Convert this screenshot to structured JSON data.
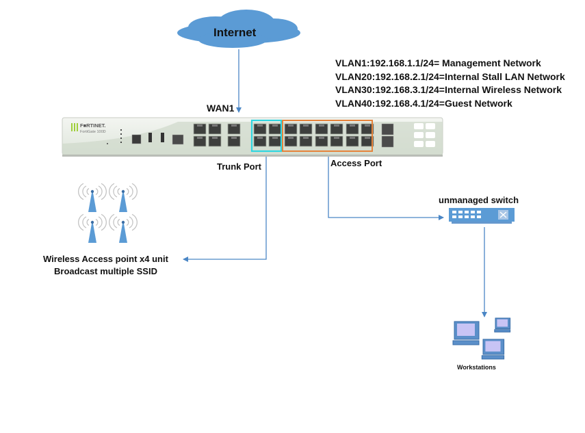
{
  "diagram": {
    "cloud": {
      "label": "Internet",
      "color": "#5b9bd5"
    },
    "wan_label": "WAN1",
    "firewall": {
      "brand": "F■RTINET.",
      "model": "FortiGate 100D",
      "trunk_highlight_color": "#2fd6e0",
      "access_highlight_color": "#e6833a"
    },
    "vlans": [
      "VLAN1:192.168.1.1/24= Management Network",
      "VLAN20:192.168.2.1/24=Internal Stall LAN Network",
      "VLAN30:192.168.3.1/24=Internal Wireless Network",
      "VLAN40:192.168.4.1/24=Guest Network"
    ],
    "trunk_port_label": "Trunk Port",
    "access_port_label": "Access Port",
    "wireless": {
      "line1": "Wireless Access point x4 unit",
      "line2": "Broadcast multiple SSID",
      "count": 4
    },
    "switch_label": "unmanaged switch",
    "workstations_label": "Workstations",
    "connector_color": "#4a86c5"
  }
}
